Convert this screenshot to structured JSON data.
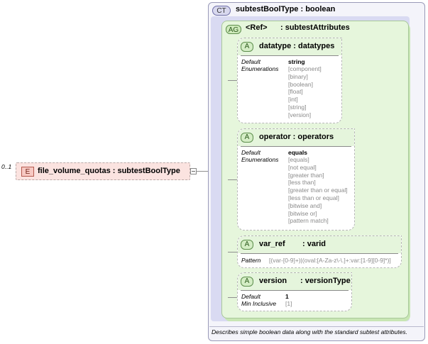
{
  "element": {
    "cardinality": "0..1",
    "badge": "E",
    "name": "file_volume_quotas",
    "type": "subtestBoolType",
    "label": "file_volume_quotas : subtestBoolType"
  },
  "complex_type": {
    "badge": "CT",
    "label": "subtestBoolType : boolean",
    "description": "Describes simple boolean data along with the standard subtest attributes."
  },
  "attribute_group": {
    "badge": "AG",
    "ref": "<Ref>",
    "name": ": subtestAttributes"
  },
  "attributes": [
    {
      "badge": "A",
      "title": "datatype : datatypes",
      "default_key": "Default",
      "default_value": "string",
      "enum_key": "Enumerations",
      "enumerations": [
        "[component]",
        "[binary]",
        "[boolean]",
        "[float]",
        "[int]",
        "[string]",
        "[version]"
      ]
    },
    {
      "badge": "A",
      "title": "operator : operators",
      "default_key": "Default",
      "default_value": "equals",
      "enum_key": "Enumerations",
      "enumerations": [
        "[equals]",
        "[not equal]",
        "[greater than]",
        "[less than]",
        "[greater than or equal]",
        "[less than or equal]",
        "[bitwise and]",
        "[bitwise or]",
        "[pattern match]"
      ]
    },
    {
      "badge": "A",
      "title": "var_ref",
      "type": ": varid",
      "pattern_key": "Pattern",
      "pattern_value": "[(var-[0-9]+)|(oval:[A-Za-z\\-\\.]+:var:[1-9][0-9]*)]"
    },
    {
      "badge": "A",
      "title": "version",
      "type": ": versionType",
      "default_key": "Default",
      "default_value": "1",
      "min_key": "Min Inclusive",
      "min_value": "[1]"
    }
  ]
}
